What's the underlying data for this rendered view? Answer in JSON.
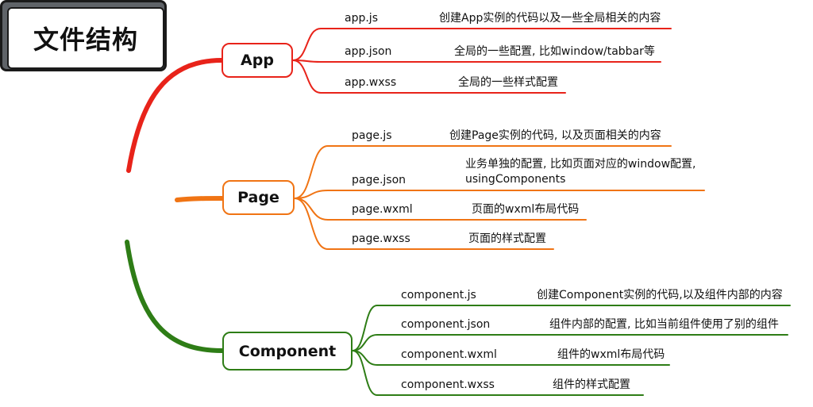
{
  "root": {
    "label": "文件结构"
  },
  "branches": [
    {
      "label": "App",
      "color": "#e8231a",
      "items": [
        {
          "name": "app.js",
          "desc": [
            "创建App实例的代码以及一些全局相关的内容"
          ]
        },
        {
          "name": "app.json",
          "desc": [
            "全局的一些配置, 比如window/tabbar等"
          ]
        },
        {
          "name": "app.wxss",
          "desc": [
            "全局的一些样式配置"
          ]
        }
      ]
    },
    {
      "label": "Page",
      "color": "#f07414",
      "items": [
        {
          "name": "page.js",
          "desc": [
            "创建Page实例的代码, 以及页面相关的内容"
          ]
        },
        {
          "name": "page.json",
          "desc": [
            "业务单独的配置, 比如页面对应的window配置,",
            "usingComponents"
          ]
        },
        {
          "name": "page.wxml",
          "desc": [
            "页面的wxml布局代码"
          ]
        },
        {
          "name": "page.wxss",
          "desc": [
            "页面的样式配置"
          ]
        }
      ]
    },
    {
      "label": "Component",
      "color": "#2e7d16",
      "items": [
        {
          "name": "component.js",
          "desc": [
            "创建Component实例的代码,以及组件内部的内容"
          ]
        },
        {
          "name": "component.json",
          "desc": [
            "组件内部的配置, 比如当前组件使用了别的组件"
          ]
        },
        {
          "name": "component.wxml",
          "desc": [
            "组件的wxml布局代码"
          ]
        },
        {
          "name": "component.wxss",
          "desc": [
            "组件的样式配置"
          ]
        }
      ]
    }
  ]
}
